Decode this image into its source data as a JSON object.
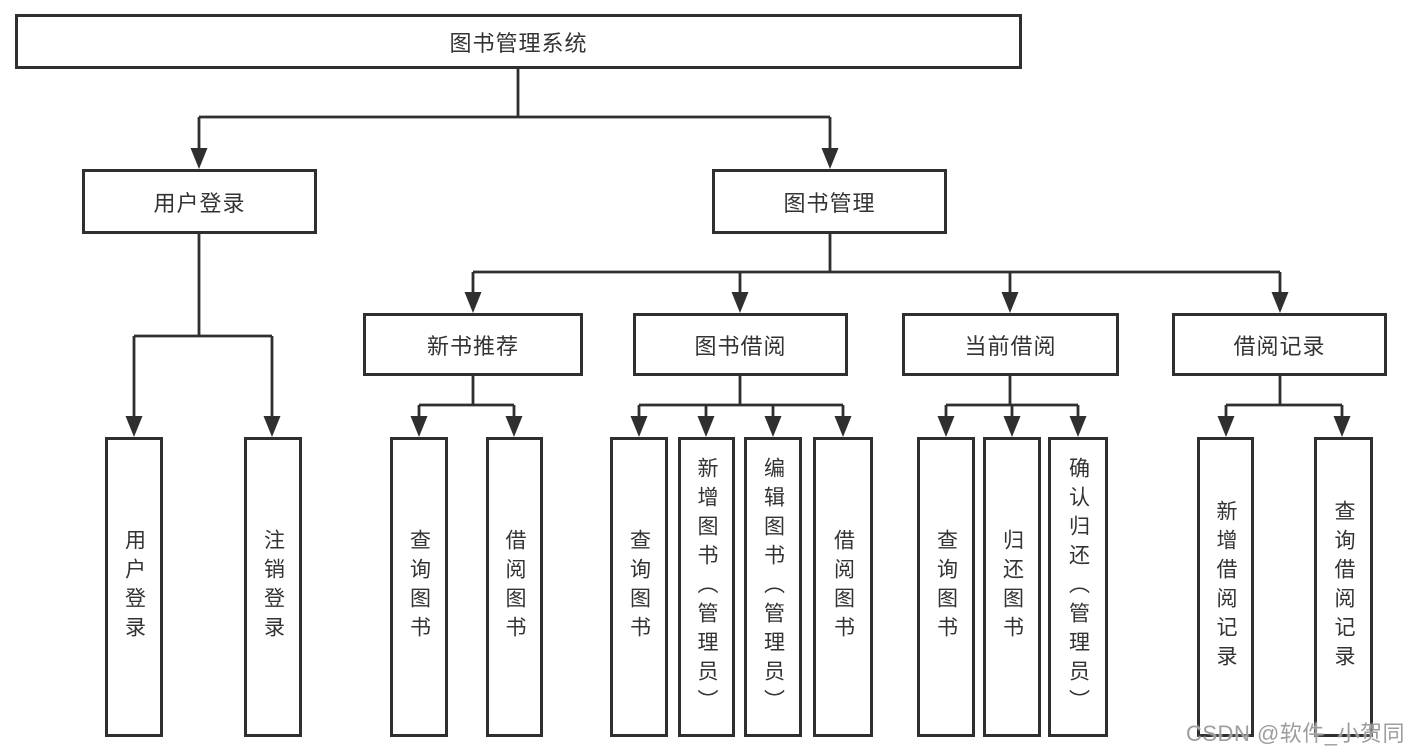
{
  "tree": {
    "label": "图书管理系统",
    "children": [
      {
        "label": "用户登录",
        "children": [
          {
            "label": "用户登录"
          },
          {
            "label": "注销登录"
          }
        ]
      },
      {
        "label": "图书管理",
        "children": [
          {
            "label": "新书推荐",
            "children": [
              {
                "label": "查询图书"
              },
              {
                "label": "借阅图书"
              }
            ]
          },
          {
            "label": "图书借阅",
            "children": [
              {
                "label": "查询图书"
              },
              {
                "label": "新增图书（管理员）"
              },
              {
                "label": "编辑图书（管理员）"
              },
              {
                "label": "借阅图书"
              }
            ]
          },
          {
            "label": "当前借阅",
            "children": [
              {
                "label": "查询图书"
              },
              {
                "label": "归还图书"
              },
              {
                "label": "确认归还（管理员）"
              }
            ]
          },
          {
            "label": "借阅记录",
            "children": [
              {
                "label": "新增借阅记录"
              },
              {
                "label": "查询借阅记录"
              }
            ]
          }
        ]
      }
    ]
  },
  "watermark": {
    "text": "CSDN @软件_小贺同学"
  },
  "colors": {
    "line": "#2f2f2f",
    "box_border": "#2f2f2f",
    "text": "#333333",
    "watermark": "#9e9e9e",
    "background": "#ffffff"
  }
}
